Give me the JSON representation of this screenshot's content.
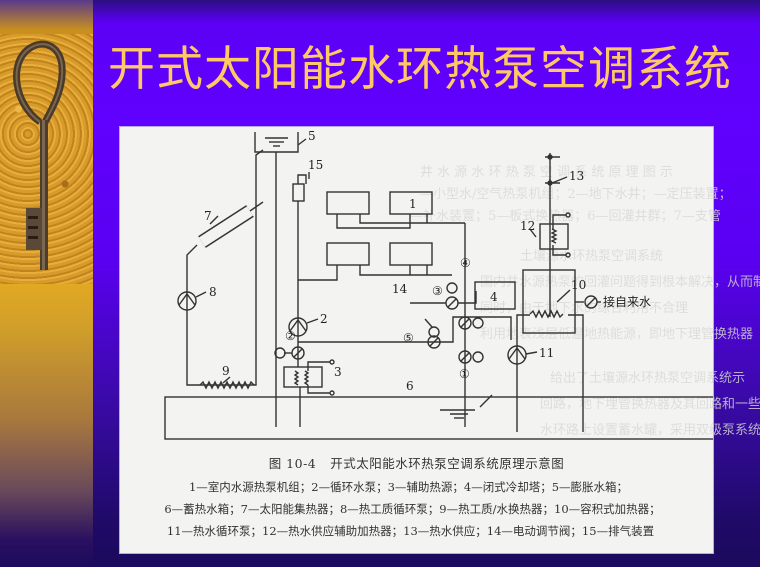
{
  "slide": {
    "title": "开式太阳能水环热泵空调系统",
    "colors": {
      "background_top": "#6000FF",
      "background_bottom": "#1C0A5C",
      "title": "#FFC866",
      "sidebar_gold": "#E0A823",
      "panel": "#F3F3F1"
    }
  },
  "figure": {
    "figure_number": "图 10-4",
    "figure_title": "开式太阳能水环热泵空调系统原理示意图",
    "legend_lines": [
      "1—室内水源热泵机组；2—循环水泵；3—辅助热源；4—闭式冷却塔；5—膨胀水箱；",
      "6—蓄热水箱；7—太阳能集热器；8—热工质循环泵；9—热工质/水换热器；10—容积式加热器；",
      "11—热水循环泵；12—热水供应辅助加热器；13—热水供应；14—电动调节阀；15—排气装置"
    ],
    "legend_items": [
      {
        "id": "1",
        "label": "室内水源热泵机组"
      },
      {
        "id": "2",
        "label": "循环水泵"
      },
      {
        "id": "3",
        "label": "辅助热源"
      },
      {
        "id": "4",
        "label": "闭式冷却塔"
      },
      {
        "id": "5",
        "label": "膨胀水箱"
      },
      {
        "id": "6",
        "label": "蓄热水箱"
      },
      {
        "id": "7",
        "label": "太阳能集热器"
      },
      {
        "id": "8",
        "label": "热工质循环泵"
      },
      {
        "id": "9",
        "label": "热工质/水换热器"
      },
      {
        "id": "10",
        "label": "容积式加热器"
      },
      {
        "id": "11",
        "label": "热水循环泵"
      },
      {
        "id": "12",
        "label": "热水供应辅助加热器"
      },
      {
        "id": "13",
        "label": "热水供应"
      },
      {
        "id": "14",
        "label": "电动调节阀"
      },
      {
        "id": "15",
        "label": "排气装置"
      }
    ],
    "diagram_labels": {
      "n1": "1",
      "n2": "2",
      "n3": "3",
      "n4": "4",
      "n5": "5",
      "n6": "6",
      "n7": "7",
      "n8": "8",
      "n9": "9",
      "n10": "10",
      "n11": "11",
      "n12": "12",
      "n13": "13",
      "n14": "14",
      "n15": "15",
      "v1": "①",
      "v2": "②",
      "v3": "③",
      "v4": "④",
      "v5": "⑤",
      "tap_water": "接自来水"
    }
  }
}
